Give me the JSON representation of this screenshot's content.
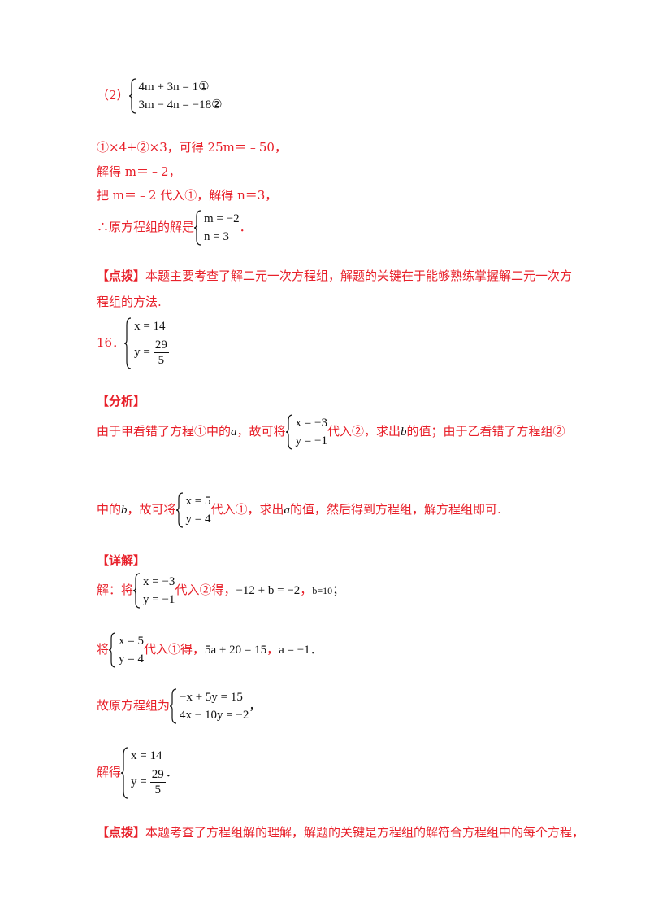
{
  "part2": {
    "label": "（2）",
    "eq1": "4m + 3n = 1①",
    "eq2": "3m − 4n = −18②"
  },
  "solution2": {
    "line1": "①×4+②×3，可得 25m＝﹣50，",
    "line2": "解得 m＝﹣2，",
    "line3": "把 m＝﹣2 代入①，解得 n＝3，",
    "line4_prefix": "∴原方程组的解是",
    "sol_eq1": "m = −2",
    "sol_eq2": "n = 3",
    "line4_suffix": "．"
  },
  "tip1": {
    "label": "【点拨】",
    "line1": "本题主要考查了解二元一次方程组，解题的关键在于能够熟练掌握解二元一次方",
    "line2": "程组的方法."
  },
  "q16": {
    "label": "16．",
    "eq1": "x = 14",
    "eq2_lhs": "y =",
    "eq2_num": "29",
    "eq2_den": "5"
  },
  "analysis": {
    "label": "【分析】",
    "p1_a": "由于甲看错了方程①中的",
    "var_a": "a",
    "p1_b": "，故可将",
    "sys1_eq1": "x = −3",
    "sys1_eq2": "y = −1",
    "p1_c": "代入②，求出",
    "var_b": "b",
    "p1_d": "的值；由于乙看错了方程组②",
    "p2_a": "中的",
    "var_b2": "b",
    "p2_b": "，故可将",
    "sys2_eq1": "x = 5",
    "sys2_eq2": "y = 4",
    "p2_c": "代入①，求出",
    "var_a2": "a",
    "p2_d": "的值，然后得到方程组，解方程组即可."
  },
  "detail": {
    "label": "【详解】",
    "l1_a": "解：将",
    "l1_eq1": "x = −3",
    "l1_eq2": "y = −1",
    "l1_b": "代入②得，",
    "l1_math1": "−12 + b = −2",
    "l1_sep": "，",
    "l1_math2": "b=10",
    "l1_end": "；",
    "l2_a": "将",
    "l2_eq1": "x = 5",
    "l2_eq2": "y = 4",
    "l2_b": "代入①得，",
    "l2_math1": "5a + 20 = 15",
    "l2_sep": "，",
    "l2_math2": "a = −1",
    "l2_end": "．",
    "l3_a": "故原方程组为",
    "l3_eq1": "−x + 5y = 15",
    "l3_eq2": "4x − 10y = −2",
    "l3_end": "，",
    "l4_a": "解得",
    "l4_eq1": "x = 14",
    "l4_eq2_lhs": "y =",
    "l4_num": "29",
    "l4_den": "5",
    "l4_end": "．"
  },
  "tip2": {
    "label": "【点拨】",
    "text": "本题考查了方程组解的理解，解题的关键是方程组的解符合方程组中的每个方程，"
  },
  "colors": {
    "red": "#e8202a",
    "black": "#111111"
  }
}
